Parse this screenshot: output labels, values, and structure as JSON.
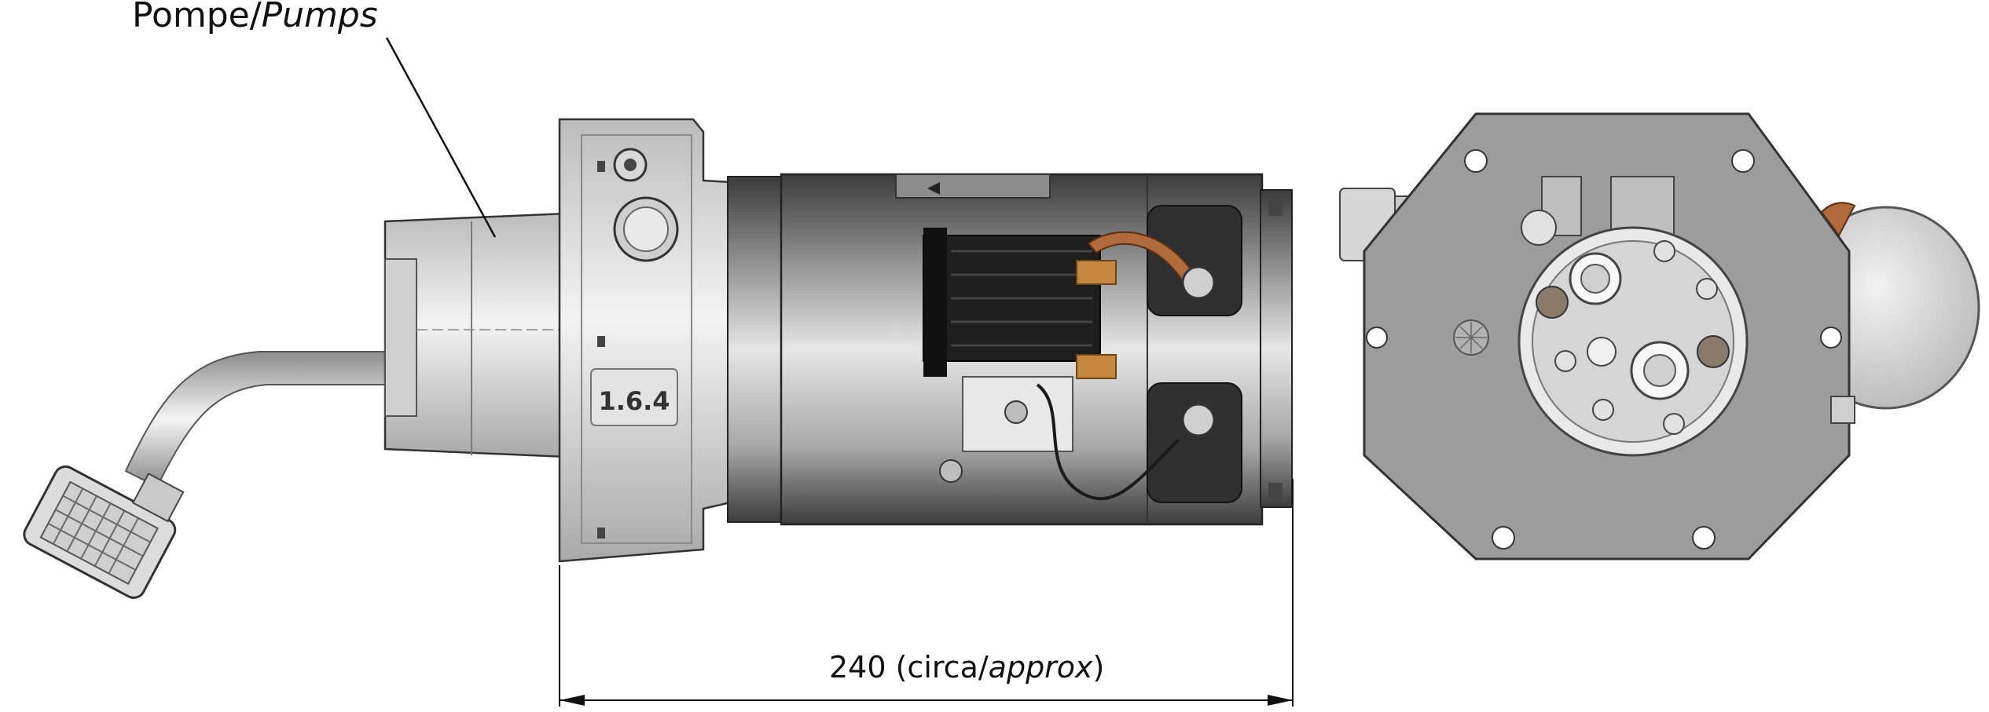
{
  "callout": {
    "main": "Pompe/",
    "italic": "Pumps"
  },
  "dimension": {
    "value": "240 (circa/",
    "italic": "approx",
    "close": ")"
  },
  "housing_label": "1.6.4",
  "colors": {
    "steel_light": "#e6e6e6",
    "steel_mid": "#bdbdbd",
    "steel_dark": "#6e6e6e",
    "motor_dark": "#3a3a3a",
    "copper": "#b06a3c",
    "plate": "#9a9a9a"
  },
  "icons": [
    "pump-assembly-side-view",
    "pump-assembly-end-view",
    "suction-filter-icon",
    "terminal-block-icon",
    "copper-strap-icon"
  ]
}
